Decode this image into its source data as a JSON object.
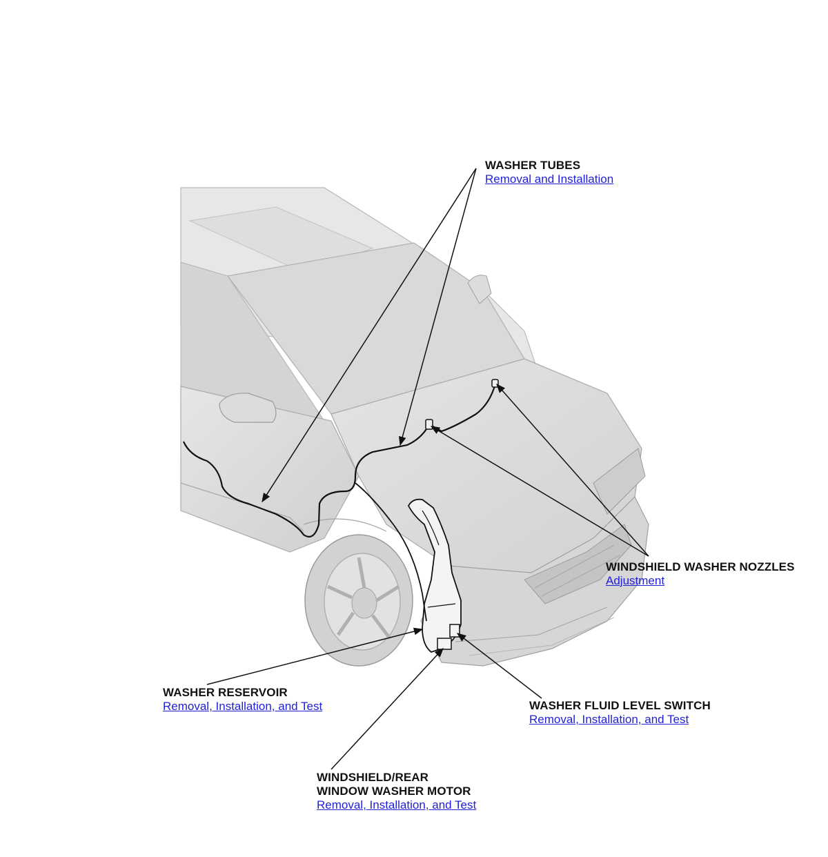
{
  "colors": {
    "link": "#1f1fd6",
    "leader_line": "#111111",
    "vehicle_body": "#dcdcdc",
    "vehicle_outline": "#9a9a9a",
    "washer_hose": "#111111"
  },
  "callouts": {
    "washer_tubes": {
      "title": "WASHER TUBES",
      "link": "Removal and Installation"
    },
    "windshield_washer_nozzles": {
      "title": "WINDSHIELD WASHER NOZZLES",
      "link": "Adjustment"
    },
    "washer_reservoir": {
      "title": "WASHER RESERVOIR",
      "link": "Removal, Installation, and Test"
    },
    "washer_fluid_level_switch": {
      "title": "WASHER FLUID LEVEL SWITCH",
      "link": "Removal, Installation, and Test"
    },
    "washer_motor": {
      "title_line1": "WINDSHIELD/REAR",
      "title_line2": "WINDOW WASHER MOTOR",
      "link": "Removal, Installation, and Test"
    }
  }
}
